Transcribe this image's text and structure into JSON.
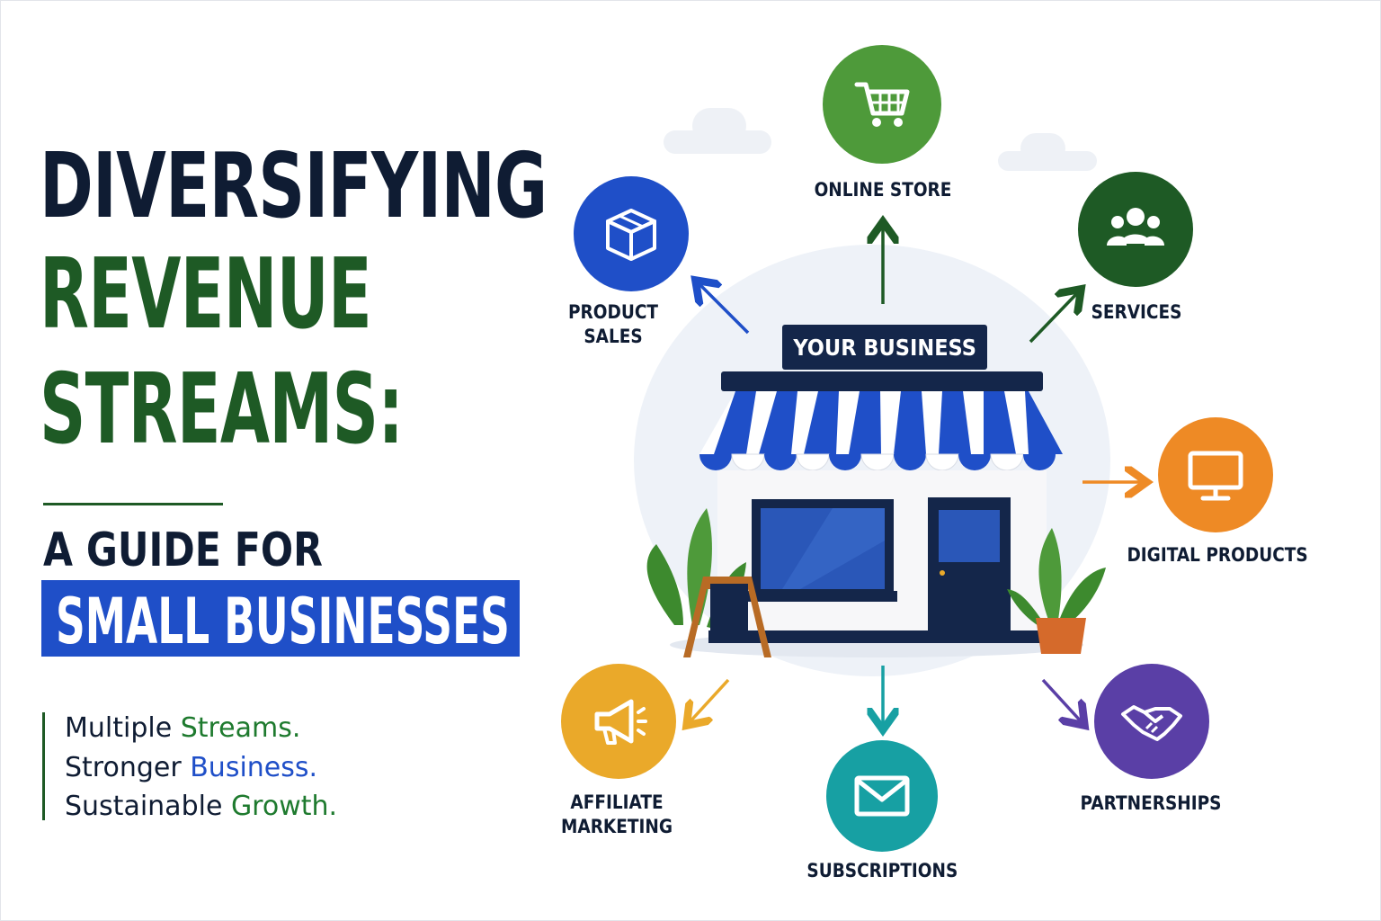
{
  "title": {
    "line1": "DIVERSIFYING",
    "line2": "REVENUE",
    "line3": "STREAMS:",
    "subtitle": "A GUIDE FOR",
    "highlight": "SMALL BUSINESSES"
  },
  "taglines": [
    {
      "lead": "Multiple ",
      "accent": "Streams."
    },
    {
      "lead": "Stronger ",
      "accent": "Business."
    },
    {
      "lead": "Sustainable ",
      "accent": "Growth."
    }
  ],
  "center": {
    "sign": "YOUR BUSINESS"
  },
  "nodes": {
    "online_store": {
      "label": "ONLINE STORE",
      "icon": "shopping-cart-icon",
      "color": "#4e9a3a"
    },
    "product_sales": {
      "label_line1": "PRODUCT",
      "label_line2": "SALES",
      "icon": "box-icon",
      "color": "#1f4fc8"
    },
    "services": {
      "label": "SERVICES",
      "icon": "people-icon",
      "color": "#1e5a25"
    },
    "digital_products": {
      "label": "DIGITAL PRODUCTS",
      "icon": "monitor-icon",
      "color": "#ee8a25"
    },
    "partnerships": {
      "label": "PARTNERSHIPS",
      "icon": "handshake-icon",
      "color": "#5a3fa6"
    },
    "subscriptions": {
      "label": "SUBSCRIPTIONS",
      "icon": "envelope-icon",
      "color": "#17a0a3"
    },
    "affiliate_marketing": {
      "label_line1": "AFFILIATE",
      "label_line2": "MARKETING",
      "icon": "megaphone-icon",
      "color": "#eaa92a"
    }
  },
  "colors": {
    "navy": "#0f1c33",
    "dark_green": "#1e5a25",
    "brand_blue": "#1f4fc8"
  }
}
